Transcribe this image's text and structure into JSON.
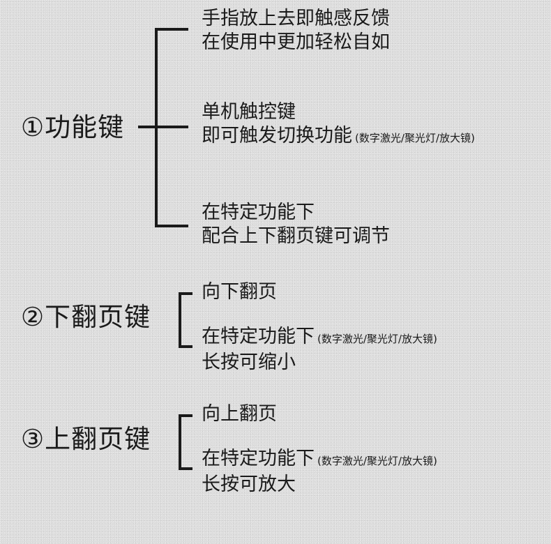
{
  "sections": [
    {
      "heading": "①功能键",
      "entries": [
        {
          "lines": [
            {
              "text": "手指放上去即触感反馈",
              "note": ""
            },
            {
              "text": "在使用中更加轻松自如",
              "note": ""
            }
          ]
        },
        {
          "lines": [
            {
              "text": "单机触控键",
              "note": ""
            },
            {
              "text": "即可触发切换功能",
              "note": "(数字激光/聚光灯/放大镜)"
            }
          ]
        },
        {
          "lines": [
            {
              "text": "在特定功能下",
              "note": ""
            },
            {
              "text": "配合上下翻页键可调节",
              "note": ""
            }
          ]
        }
      ]
    },
    {
      "heading": "②下翻页键",
      "entries": [
        {
          "lines": [
            {
              "text": "向下翻页",
              "note": ""
            }
          ]
        },
        {
          "lines": [
            {
              "text": "在特定功能下",
              "note": "(数字激光/聚光灯/放大镜)"
            },
            {
              "text": "长按可缩小",
              "note": ""
            }
          ]
        }
      ]
    },
    {
      "heading": "③上翻页键",
      "entries": [
        {
          "lines": [
            {
              "text": "向上翻页",
              "note": ""
            }
          ]
        },
        {
          "lines": [
            {
              "text": "在特定功能下",
              "note": "(数字激光/聚光灯/放大镜)"
            },
            {
              "text": "长按可放大",
              "note": ""
            }
          ]
        }
      ]
    }
  ]
}
